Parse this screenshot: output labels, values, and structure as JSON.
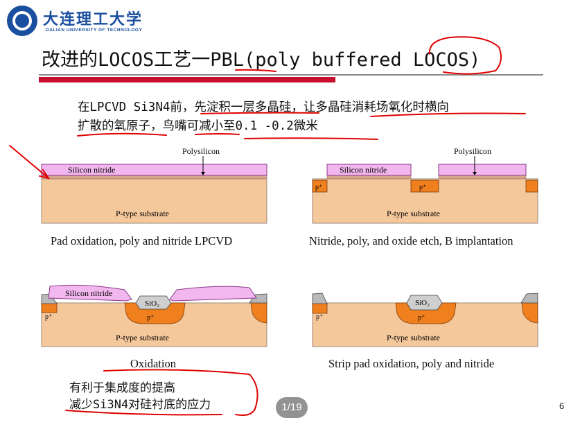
{
  "header": {
    "university_cn": "大连理工大学",
    "university_en": "DALIAN UNIVERSITY OF TECHNOLOGY"
  },
  "slide": {
    "title": "改进的LOCOS工艺一PBL(poly buffered LOCOS)",
    "paragraph": "在LPCVD Si3N4前，先淀积一层多晶硅，让多晶硅消耗场氧化时横向\n扩散的氧原子，鸟嘴可减小至0.1 -0.2微米",
    "diagrams": [
      {
        "caption": "Pad oxidation, poly and nitride LPCVD",
        "labels": {
          "top": "Polysilicon",
          "layer": "Silicon nitride",
          "substrate": "P-type substrate"
        }
      },
      {
        "caption": "Nitride, poly, and oxide etch, B implantation",
        "labels": {
          "top": "Polysilicon",
          "layer": "Silicon nitride",
          "substrate": "P-type substrate",
          "implant": "p⁺"
        }
      },
      {
        "caption": "Oxidation",
        "labels": {
          "layer": "Silicon nitride",
          "oxide": "SiO₂",
          "substrate": "P-type substrate",
          "implant": "p⁺"
        }
      },
      {
        "caption": "Strip pad oxidation, poly and nitride",
        "labels": {
          "oxide": "SiO₂",
          "substrate": "P-type substrate",
          "implant": "p⁺"
        }
      }
    ],
    "notes": [
      "有利于集成度的提高",
      "减少Si3N4对硅衬底的应力"
    ],
    "page_number": "6"
  },
  "viewer": {
    "page_indicator": "1/19"
  },
  "colors": {
    "brand_blue": "#1a4e9e",
    "accent_red": "#c8102e",
    "substrate": "#f5c89c",
    "nitride": "#f2b7ee",
    "implant": "#f07f1e",
    "oxide": "#b8b8b8",
    "annotation": "#e00000"
  }
}
